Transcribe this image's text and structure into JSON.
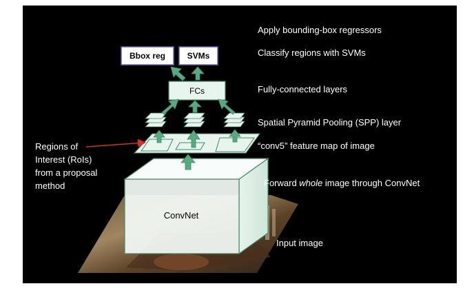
{
  "labels": {
    "bbox_reg": "Bbox reg",
    "svms": "SVMs",
    "fcs": "FCs",
    "convnet": "ConvNet",
    "apply": "Apply bounding-box regressors",
    "classify": "Classify regions with SVMs",
    "fc_layers": "Fully-connected layers",
    "spp": "Spatial Pyramid Pooling (SPP) layer",
    "conv5": "“conv5” feature map of image",
    "forward_pre": "Forward ",
    "forward_em": "whole",
    "forward_post": " image through ConvNet",
    "input": "Input image",
    "rois": [
      "Regions of",
      "Interest (RoIs)",
      "from a proposal",
      "method"
    ]
  },
  "colors": {
    "background": "#000000",
    "arrow_green": "#58a882",
    "box_outline_purple": "#6a5fc4",
    "box_outline_green": "#3f8a66",
    "roi_red": "#d9302a",
    "convnet_face": "#f4faf6"
  },
  "icons": [
    "up-arrow-icon",
    "diagonal-arrow-icon",
    "red-pointer-arrow-icon"
  ]
}
